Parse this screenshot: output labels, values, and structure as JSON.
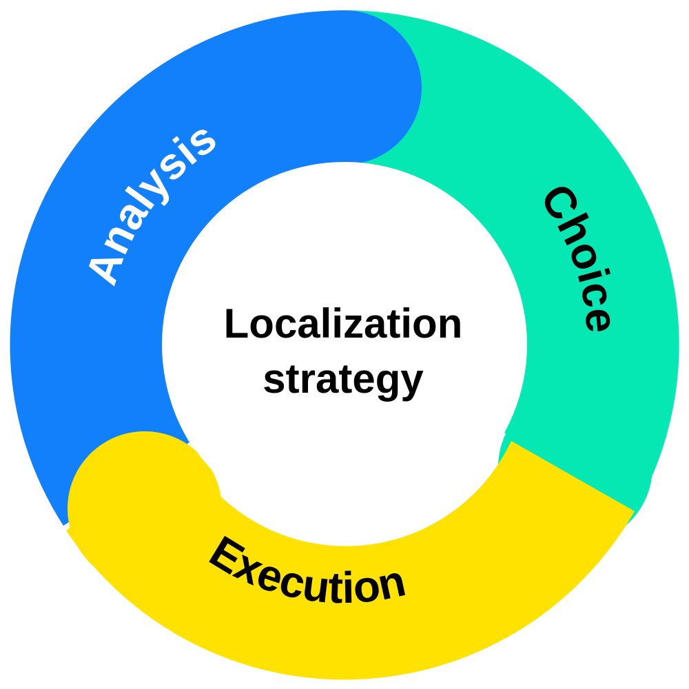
{
  "center": {
    "line1": "Localization",
    "line2": "strategy"
  },
  "segments": [
    {
      "id": "analysis",
      "label": "Analysis",
      "color": "#1380FB",
      "text_color": "#FFFFFF"
    },
    {
      "id": "choice",
      "label": "Choice",
      "color": "#05E8B3",
      "text_color": "#000000"
    },
    {
      "id": "execution",
      "label": "Execution",
      "color": "#FFE200",
      "text_color": "#000000"
    }
  ]
}
